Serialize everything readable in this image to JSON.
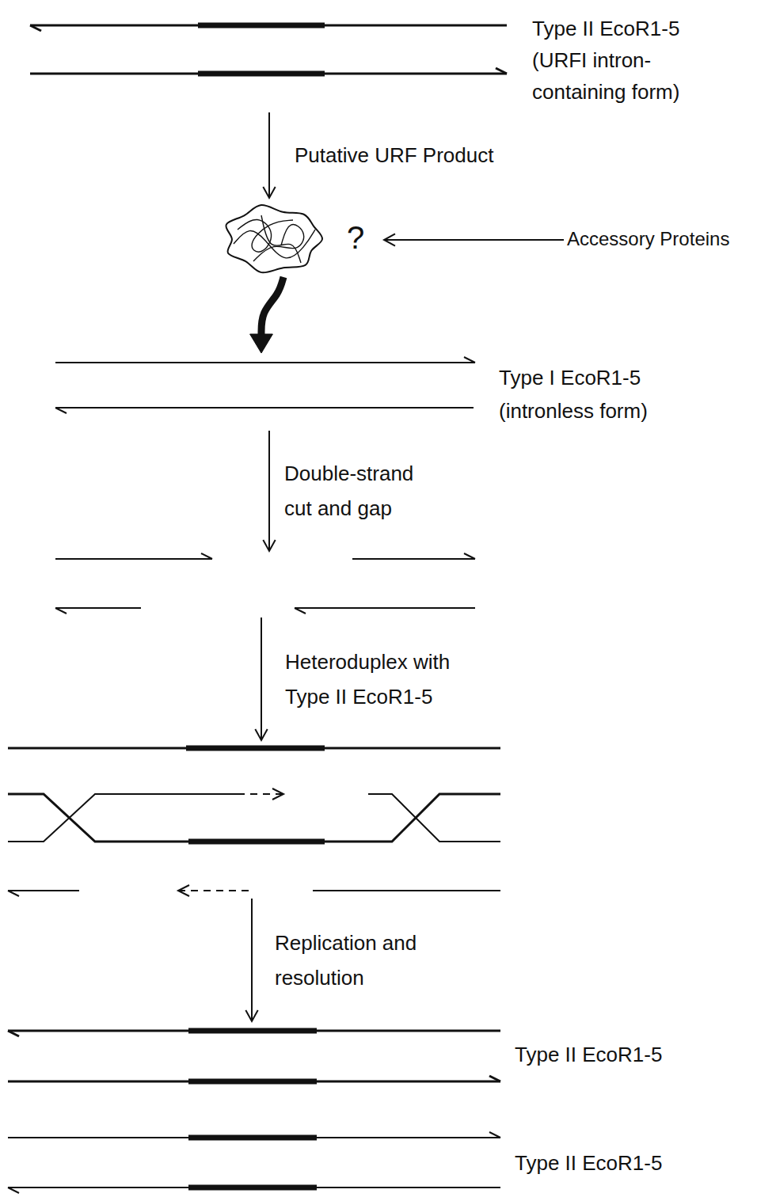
{
  "diagram": {
    "nodes": [
      {
        "text": [
          "Type II EcoR1-5 (URFI intron-containing form)"
        ]
      },
      {
        "text": [
          "?"
        ]
      },
      {
        "text": [
          "Accessory Proteins"
        ]
      },
      {
        "text": [
          "Type I EcoR1-5 (intronless form)"
        ]
      },
      {
        "text": []
      },
      {
        "text": []
      },
      {
        "text": [
          "Type II EcoR1-5",
          "Type II EcoR1-5"
        ]
      }
    ],
    "edges": [
      {
        "from": 0,
        "to": 1,
        "arrow": "to",
        "label": "Putative URF Product"
      },
      {
        "from": 2,
        "to": 1,
        "arrow": "to"
      },
      {
        "from": 1,
        "to": 3,
        "arrow": "to"
      },
      {
        "from": 3,
        "to": 4,
        "arrow": "to",
        "label": "Double-strand cut and gap"
      },
      {
        "from": 4,
        "to": 5,
        "arrow": "to",
        "label": "Heteroduplex with Type II EcoR1-5"
      },
      {
        "from": 5,
        "to": 6,
        "arrow": "to",
        "label": "Replication and resolution"
      }
    ]
  }
}
